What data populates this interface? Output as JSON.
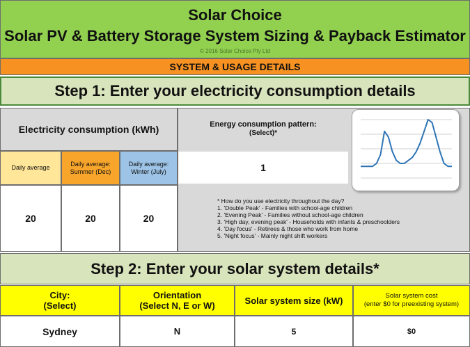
{
  "header": {
    "title_line1": "Solar Choice",
    "title_line2": "Solar PV & Battery Storage System Sizing & Payback Estimator",
    "copyright": "© 2016 Solar Choice Pty Ltd",
    "section": "SYSTEM & USAGE DETAILS"
  },
  "step1": {
    "title": "Step 1: Enter your electricity consumption details",
    "consumption_label": "Electricity consumption (kWh)",
    "pattern_label": "Energy consumption pattern:",
    "pattern_select": "(Select)*",
    "columns": [
      {
        "label": "Daily average",
        "value": "20"
      },
      {
        "label": "Daily average: Summer (Dec)",
        "value": "20"
      },
      {
        "label": "Daily average: Winter (July)",
        "value": "20"
      }
    ],
    "pattern_value": "1",
    "notes": [
      "* How do you use electricity throughout the day?",
      "1. 'Double Peak' - Families with school-age children",
      "2. 'Evening Peak' - Families without school-age children",
      "3. 'High day, evening peak' - Households with infants & preschoolders",
      "4. 'Day focus' - Retirees & those who work from home",
      "5. 'Night focus' - Mainly night shift workers"
    ]
  },
  "step2": {
    "title": "Step 2: Enter your solar system details*",
    "city_label": "City:",
    "city_select": "(Select)",
    "orientation_label": "Orientation",
    "orientation_select": "(Select N, E or W)",
    "size_label": "Solar system size (kW)",
    "cost_label": "Solar system cost",
    "cost_note": "(enter $0 for preexisting system)",
    "city_value": "Sydney",
    "orientation_value": "N",
    "size_value": "5",
    "cost_value": "$0"
  },
  "colors": {
    "title_green": "#92d050",
    "section_orange": "#f79222",
    "step_green": "#d8e4bc",
    "grey": "#d9d9d9",
    "light_orange": "#ffe699",
    "orange": "#f7a52b",
    "light_blue": "#9dc3e6",
    "yellow": "#ffff00",
    "chart_blue": "#2e75b6"
  },
  "chart_data": {
    "type": "line",
    "title": "",
    "xlabel": "",
    "ylabel": "",
    "grid": true,
    "x": [
      0,
      1,
      2,
      3,
      4,
      5,
      6,
      7,
      8,
      9,
      10,
      11,
      12,
      13,
      14,
      15,
      16,
      17,
      18,
      19,
      20,
      21,
      22,
      23
    ],
    "series": [
      {
        "values": [
          0.2,
          0.2,
          0.2,
          0.2,
          0.25,
          0.4,
          0.8,
          0.7,
          0.45,
          0.3,
          0.25,
          0.25,
          0.3,
          0.35,
          0.45,
          0.6,
          0.8,
          1.0,
          0.95,
          0.7,
          0.45,
          0.25,
          0.2,
          0.2
        ]
      }
    ]
  }
}
